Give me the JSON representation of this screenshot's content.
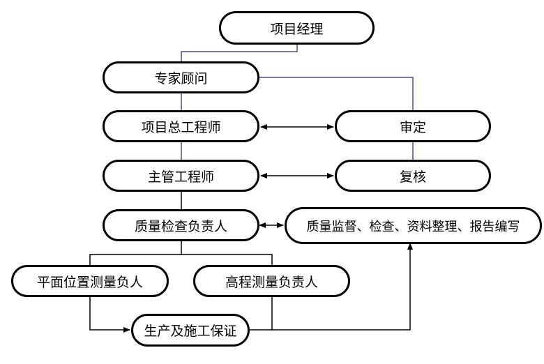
{
  "diagram": {
    "nodes": {
      "project_manager": "项目经理",
      "expert_consultant": "专家顾问",
      "chief_engineer": "项目总工程师",
      "review_approval": "审定",
      "supervising_engineer": "主管工程师",
      "recheck": "复核",
      "quality_inspection_lead": "质量检查负责人",
      "quality_supervision_tasks": "质量监督、检查、资料整理、报告编写",
      "plane_survey_lead": "平面位置测量负人",
      "elevation_survey_lead": "高程测量负责人",
      "production_guarantee": "生产及施工保证"
    },
    "colors": {
      "node_border": "#000000",
      "connector_blue": "#4b4b8f",
      "connector_black": "#000000"
    }
  }
}
